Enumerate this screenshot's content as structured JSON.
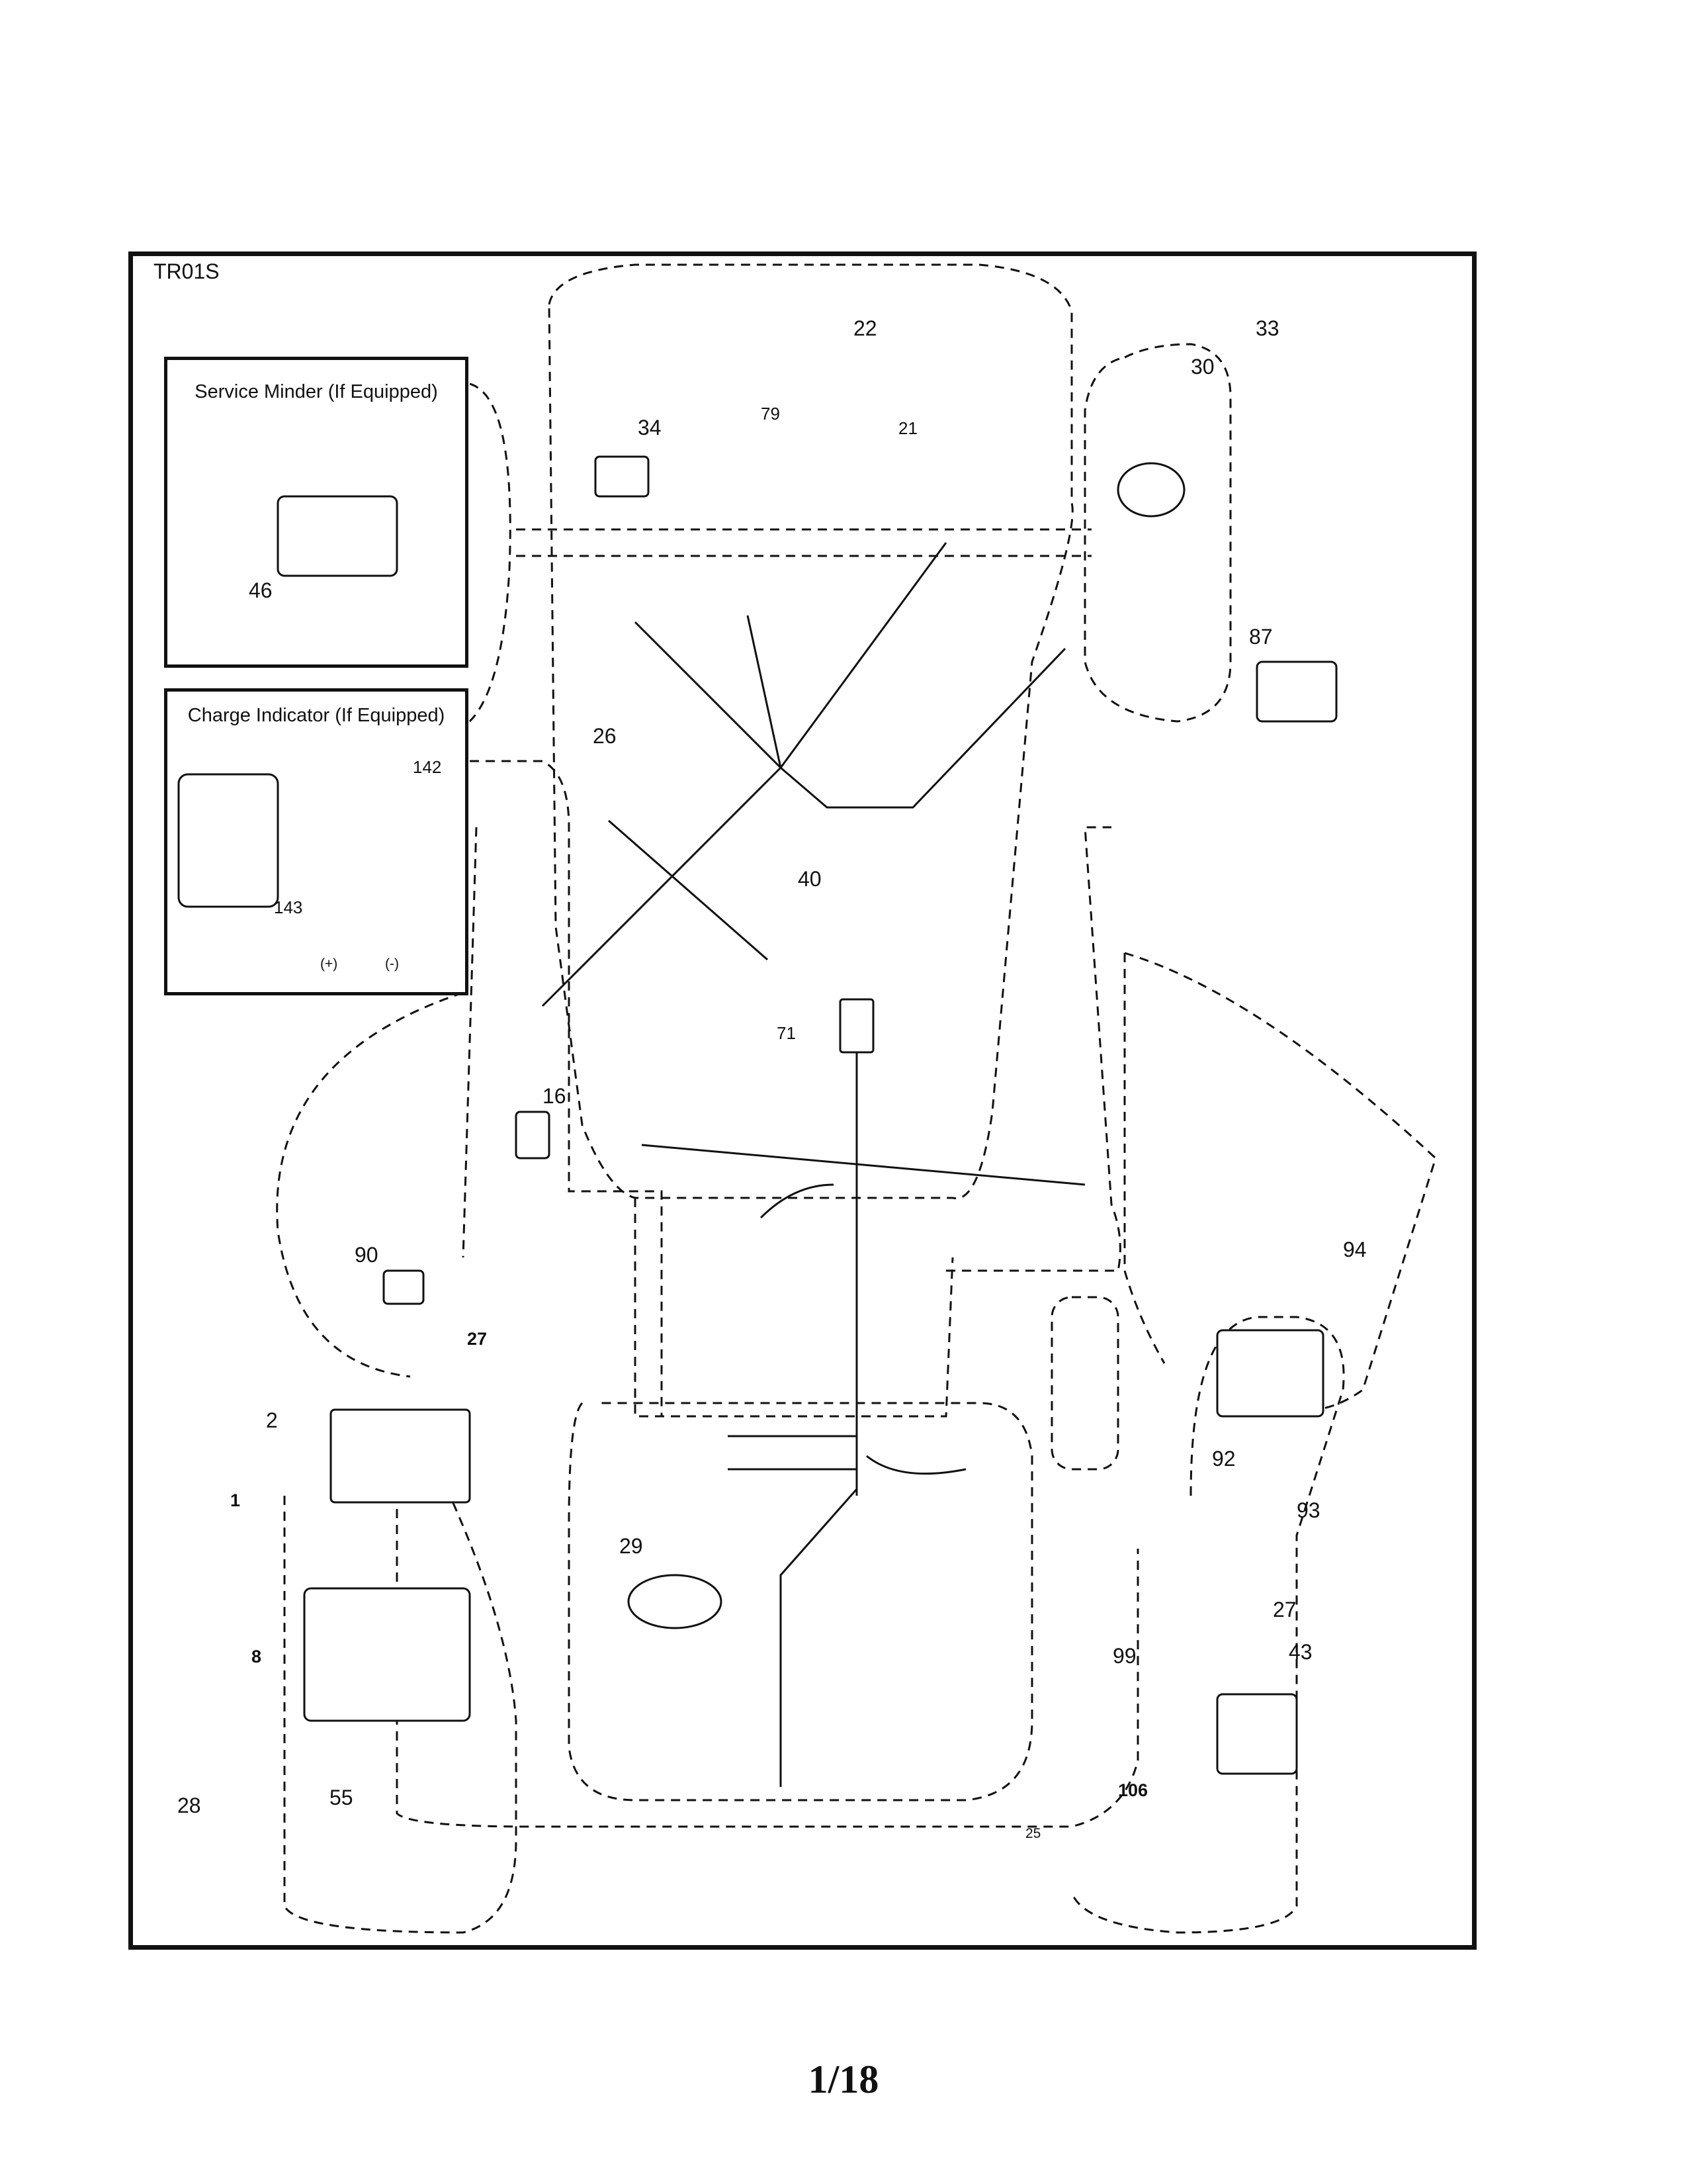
{
  "diagram": {
    "code": "TR01S",
    "page_number": "1/18",
    "insets": [
      {
        "title": "Service Minder (If Equipped)"
      },
      {
        "title": "Charge Indicator (If Equipped)"
      }
    ],
    "terminals": {
      "positive": "(+)",
      "negative": "(-)"
    },
    "callouts": [
      "22",
      "33",
      "30",
      "79",
      "21",
      "34",
      "46",
      "87",
      "26",
      "142",
      "40",
      "143",
      "71",
      "16",
      "94",
      "90",
      "27",
      "2",
      "1",
      "92",
      "93",
      "29",
      "27",
      "43",
      "99",
      "8",
      "28",
      "55",
      "106",
      "25"
    ]
  }
}
